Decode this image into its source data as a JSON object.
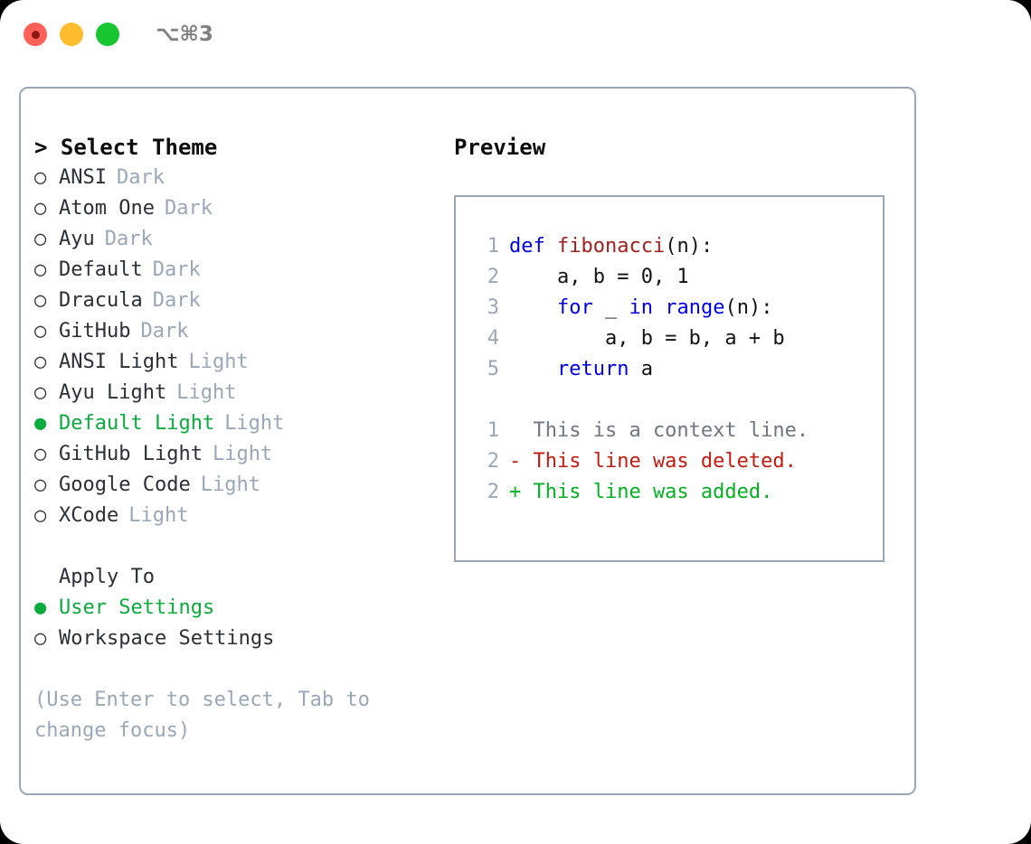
{
  "window": {
    "shortcut": "⌥⌘3",
    "traffic_lights": [
      {
        "name": "close",
        "color": "#ff6058"
      },
      {
        "name": "minimize",
        "color": "#ffbd2e"
      },
      {
        "name": "maximize",
        "color": "#18c632"
      }
    ]
  },
  "colors": {
    "accent_green": "#0bab3e",
    "muted": "#9aa7b8",
    "text": "#2b2f36",
    "border": "#9aa7b8",
    "keyword": "#0000e8",
    "function": "#a02020",
    "diff_delete": "#c21b12",
    "diff_add": "#07b023"
  },
  "theme_picker": {
    "heading": "> Select Theme",
    "bullet_selected": "●",
    "bullet_unselected": "○",
    "items": [
      {
        "label": "ANSI",
        "tag": "Dark",
        "selected": false
      },
      {
        "label": "Atom One",
        "tag": "Dark",
        "selected": false
      },
      {
        "label": "Ayu",
        "tag": "Dark",
        "selected": false
      },
      {
        "label": "Default",
        "tag": "Dark",
        "selected": false
      },
      {
        "label": "Dracula",
        "tag": "Dark",
        "selected": false
      },
      {
        "label": "GitHub",
        "tag": "Dark",
        "selected": false
      },
      {
        "label": "ANSI Light",
        "tag": "Light",
        "selected": false
      },
      {
        "label": "Ayu Light",
        "tag": "Light",
        "selected": false
      },
      {
        "label": "Default Light",
        "tag": "Light",
        "selected": true
      },
      {
        "label": "GitHub Light",
        "tag": "Light",
        "selected": false
      },
      {
        "label": "Google Code",
        "tag": "Light",
        "selected": false
      },
      {
        "label": "XCode",
        "tag": "Light",
        "selected": false
      }
    ]
  },
  "apply_to": {
    "heading": "Apply To",
    "items": [
      {
        "label": "User Settings",
        "selected": true
      },
      {
        "label": "Workspace Settings",
        "selected": false
      }
    ]
  },
  "hint": "(Use Enter to select, Tab to change focus)",
  "preview": {
    "title": "Preview",
    "code_lines": [
      {
        "num": "1",
        "tokens": [
          {
            "t": "def",
            "c": "kw"
          },
          {
            "t": " ",
            "c": "pln"
          },
          {
            "t": "fibonacci",
            "c": "fn"
          },
          {
            "t": "(n):",
            "c": "pln"
          }
        ]
      },
      {
        "num": "2",
        "tokens": [
          {
            "t": "    a, b = 0, 1",
            "c": "pln"
          }
        ]
      },
      {
        "num": "3",
        "tokens": [
          {
            "t": "    ",
            "c": "pln"
          },
          {
            "t": "for",
            "c": "kw"
          },
          {
            "t": " _ ",
            "c": "pln"
          },
          {
            "t": "in",
            "c": "kw"
          },
          {
            "t": " ",
            "c": "pln"
          },
          {
            "t": "range",
            "c": "kw"
          },
          {
            "t": "(n):",
            "c": "pln"
          }
        ]
      },
      {
        "num": "4",
        "tokens": [
          {
            "t": "        a, b = b, a + b",
            "c": "pln"
          }
        ]
      },
      {
        "num": "5",
        "tokens": [
          {
            "t": "    ",
            "c": "pln"
          },
          {
            "t": "return",
            "c": "kw"
          },
          {
            "t": " a",
            "c": "pln"
          }
        ]
      }
    ],
    "diff_lines": [
      {
        "num": "1",
        "text": "  This is a context line.",
        "kind": "ctx"
      },
      {
        "num": "2",
        "text": "- This line was deleted.",
        "kind": "del"
      },
      {
        "num": "2",
        "text": "+ This line was added.",
        "kind": "add"
      }
    ]
  }
}
